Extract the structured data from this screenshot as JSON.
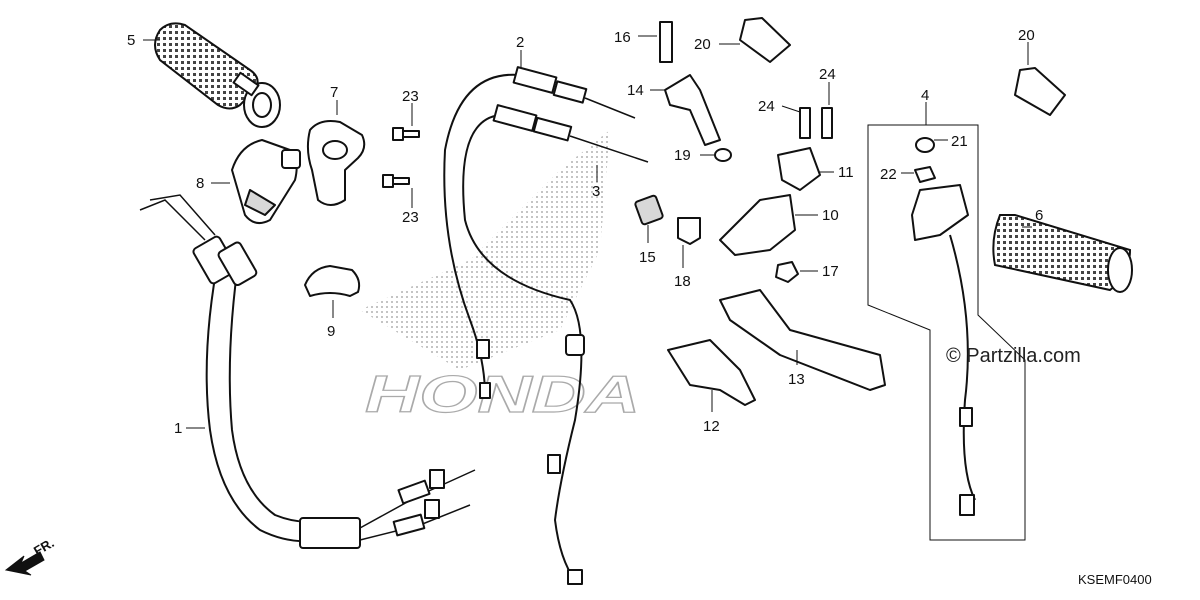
{
  "diagram": {
    "callouts": [
      "1",
      "2",
      "3",
      "4",
      "5",
      "6",
      "7",
      "8",
      "9",
      "10",
      "11",
      "12",
      "13",
      "14",
      "15",
      "16",
      "17",
      "18",
      "19",
      "20",
      "21",
      "22",
      "23",
      "24"
    ],
    "background_logo_text": "HONDA",
    "watermark": "© Partzilla.com",
    "diagram_code": "KSEMF0400",
    "direction_label": "FR."
  }
}
